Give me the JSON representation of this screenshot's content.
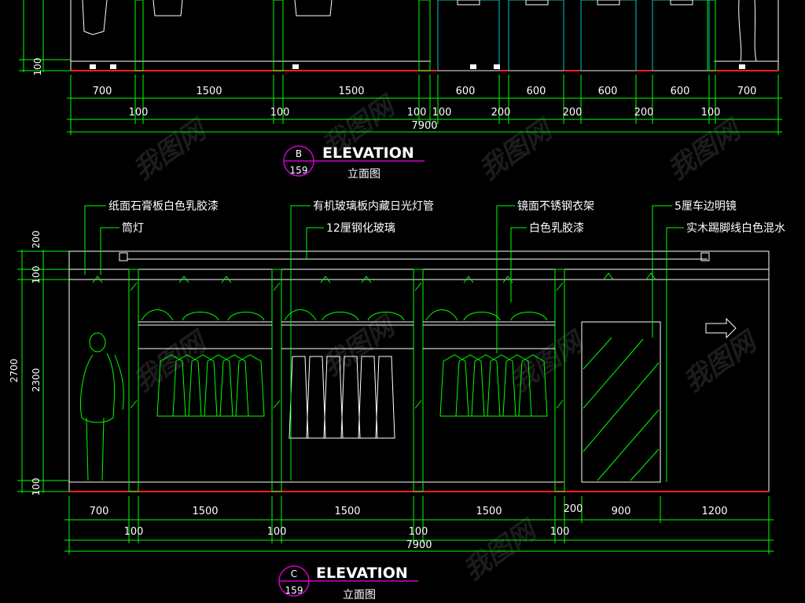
{
  "colors": {
    "bg": "#000000",
    "green": "#00ff00",
    "white": "#ffffff",
    "red": "#ff2020",
    "cyan": "#00c8c8",
    "magenta": "#d000d0"
  },
  "top": {
    "height_dims": [
      "100"
    ],
    "dims_row1": [
      "700",
      "1500",
      "1500",
      "600",
      "600",
      "600",
      "600",
      "700"
    ],
    "dims_row2": [
      "100",
      "100",
      "100",
      "100",
      "200",
      "200",
      "200",
      "100"
    ],
    "total": "7900",
    "callout": {
      "letter": "B",
      "sheet": "159",
      "title": "ELEVATION",
      "subtitle": "立面图"
    }
  },
  "bottom": {
    "notes": [
      "纸面石膏板白色乳胶漆",
      "筒灯",
      "有机玻璃板内藏日光灯管",
      "12厘钢化玻璃",
      "镜面不锈钢衣架",
      "白色乳胶漆",
      "5厘车边明镜",
      "实木踢脚线白色混水"
    ],
    "height_dims": {
      "h200": "200",
      "h100a": "100",
      "h2300": "2300",
      "h100b": "100",
      "h2700": "2700"
    },
    "dims_row1": [
      "700",
      "1500",
      "1500",
      "1500",
      "200",
      "900",
      "1200"
    ],
    "dims_row2": [
      "100",
      "100",
      "100",
      "100"
    ],
    "total": "7900",
    "callout": {
      "letter": "C",
      "sheet": "159",
      "title": "ELEVATION",
      "subtitle": "立面图"
    }
  },
  "watermark": "我图网"
}
